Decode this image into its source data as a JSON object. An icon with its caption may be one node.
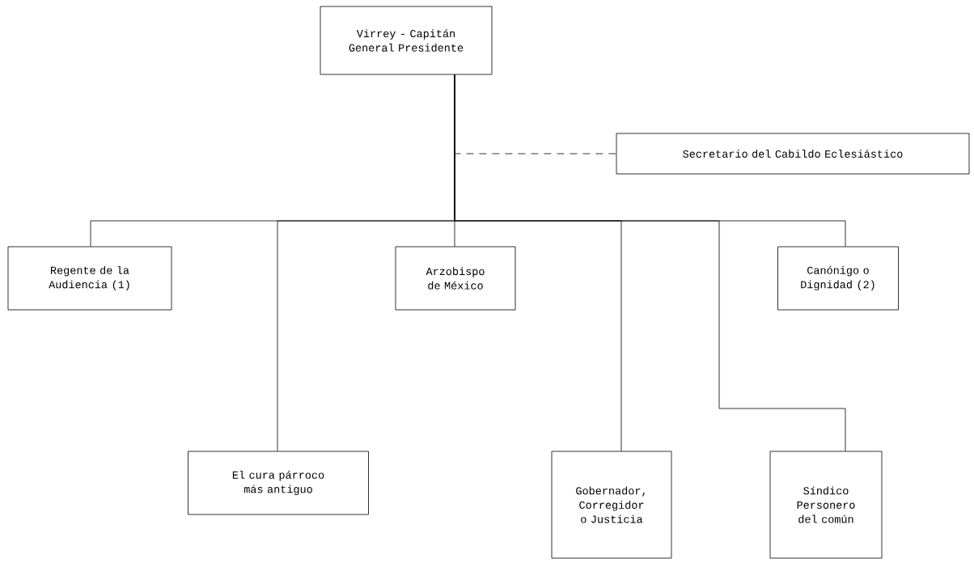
{
  "diagram": {
    "nodes": [
      {
        "text": [
          "Virrey - Capitán General Presidente"
        ]
      },
      {
        "text": [
          "Secretario del Cabildo Eclesiástico"
        ]
      },
      {
        "text": [
          "Regente de la Audiencia (1)"
        ]
      },
      {
        "text": [
          "Arzobispo de México"
        ]
      },
      {
        "text": [
          "Canónigo o Dignidad (2)"
        ]
      },
      {
        "text": [
          "El cura párroco más antiguo"
        ]
      },
      {
        "text": [
          "Gobernador, Corregidor o Justicia"
        ]
      },
      {
        "text": [
          "Síndico Personero del común"
        ]
      }
    ],
    "edges": [
      {
        "from": 0,
        "to": 1,
        "arrow": "none",
        "style": "dashed"
      },
      {
        "from": 0,
        "to": 2,
        "arrow": "none"
      },
      {
        "from": 0,
        "to": 3,
        "arrow": "none"
      },
      {
        "from": 0,
        "to": 4,
        "arrow": "none"
      },
      {
        "from": 0,
        "to": 5,
        "arrow": "none"
      },
      {
        "from": 0,
        "to": 6,
        "arrow": "none"
      },
      {
        "from": 0,
        "to": 7,
        "arrow": "none"
      }
    ]
  }
}
